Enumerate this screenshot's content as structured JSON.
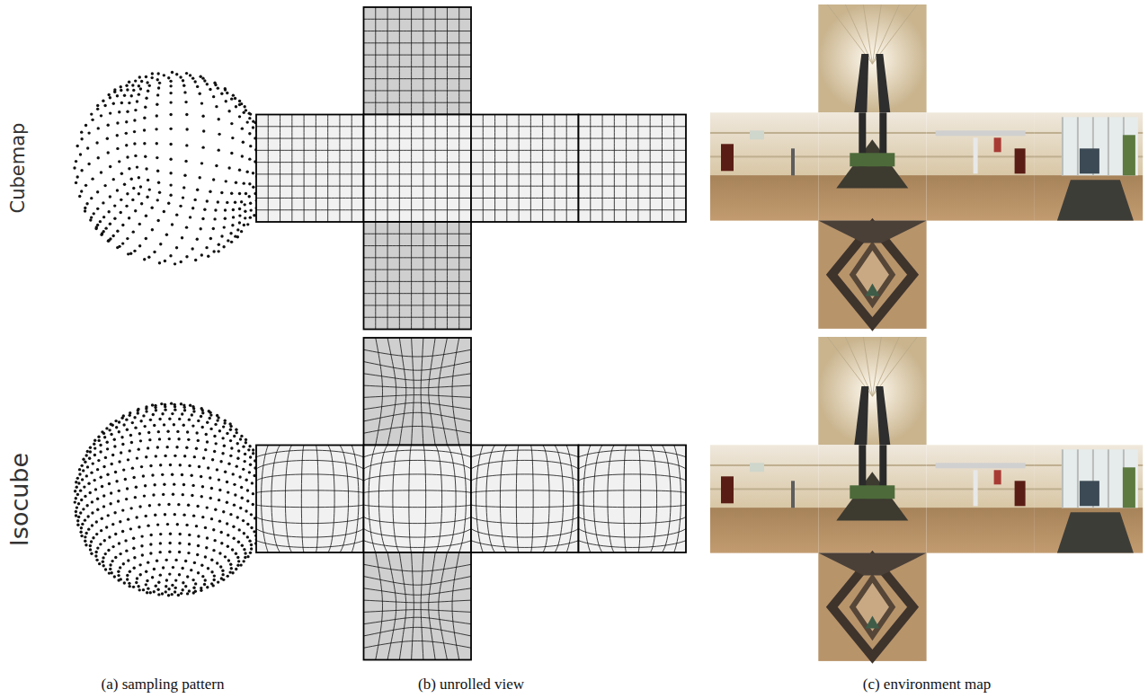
{
  "diagram": {
    "labels": [
      "Cubemap",
      "Isocube",
      "(a) sampling pattern",
      "(b) unrolled view",
      "(c) environment map"
    ]
  }
}
